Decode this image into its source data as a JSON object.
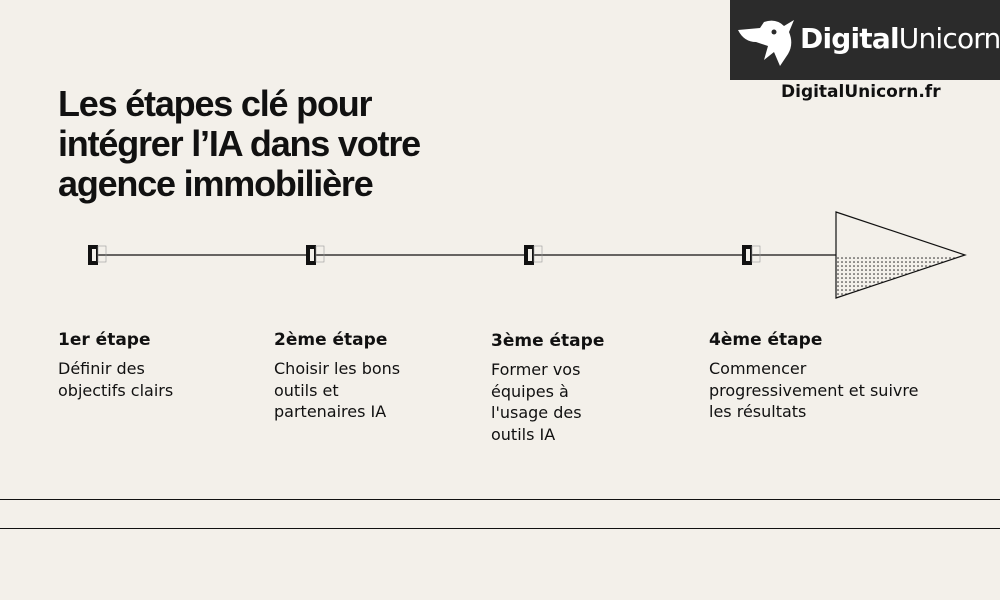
{
  "logo": {
    "brand_bold": "Digital",
    "brand_regular": "Unicorn",
    "icon": "unicorn-icon"
  },
  "site_url": "DigitalUnicorn.fr",
  "title_lines": [
    "Les étapes clé pour",
    "intégrer l’IA dans votre",
    "agence immobilière"
  ],
  "steps": [
    {
      "title": "1er étape",
      "lines": [
        "Définir des",
        "objectifs clairs"
      ]
    },
    {
      "title": "2ème étape",
      "lines": [
        "Choisir les bons",
        "outils et",
        "partenaires IA"
      ]
    },
    {
      "title": "3ème étape",
      "lines": [
        "Former vos",
        "équipes à",
        "l'usage des",
        "outils IA"
      ]
    },
    {
      "title": "4ème étape",
      "lines": [
        "Commencer",
        "progressivement et suivre",
        "les résultats"
      ]
    }
  ]
}
